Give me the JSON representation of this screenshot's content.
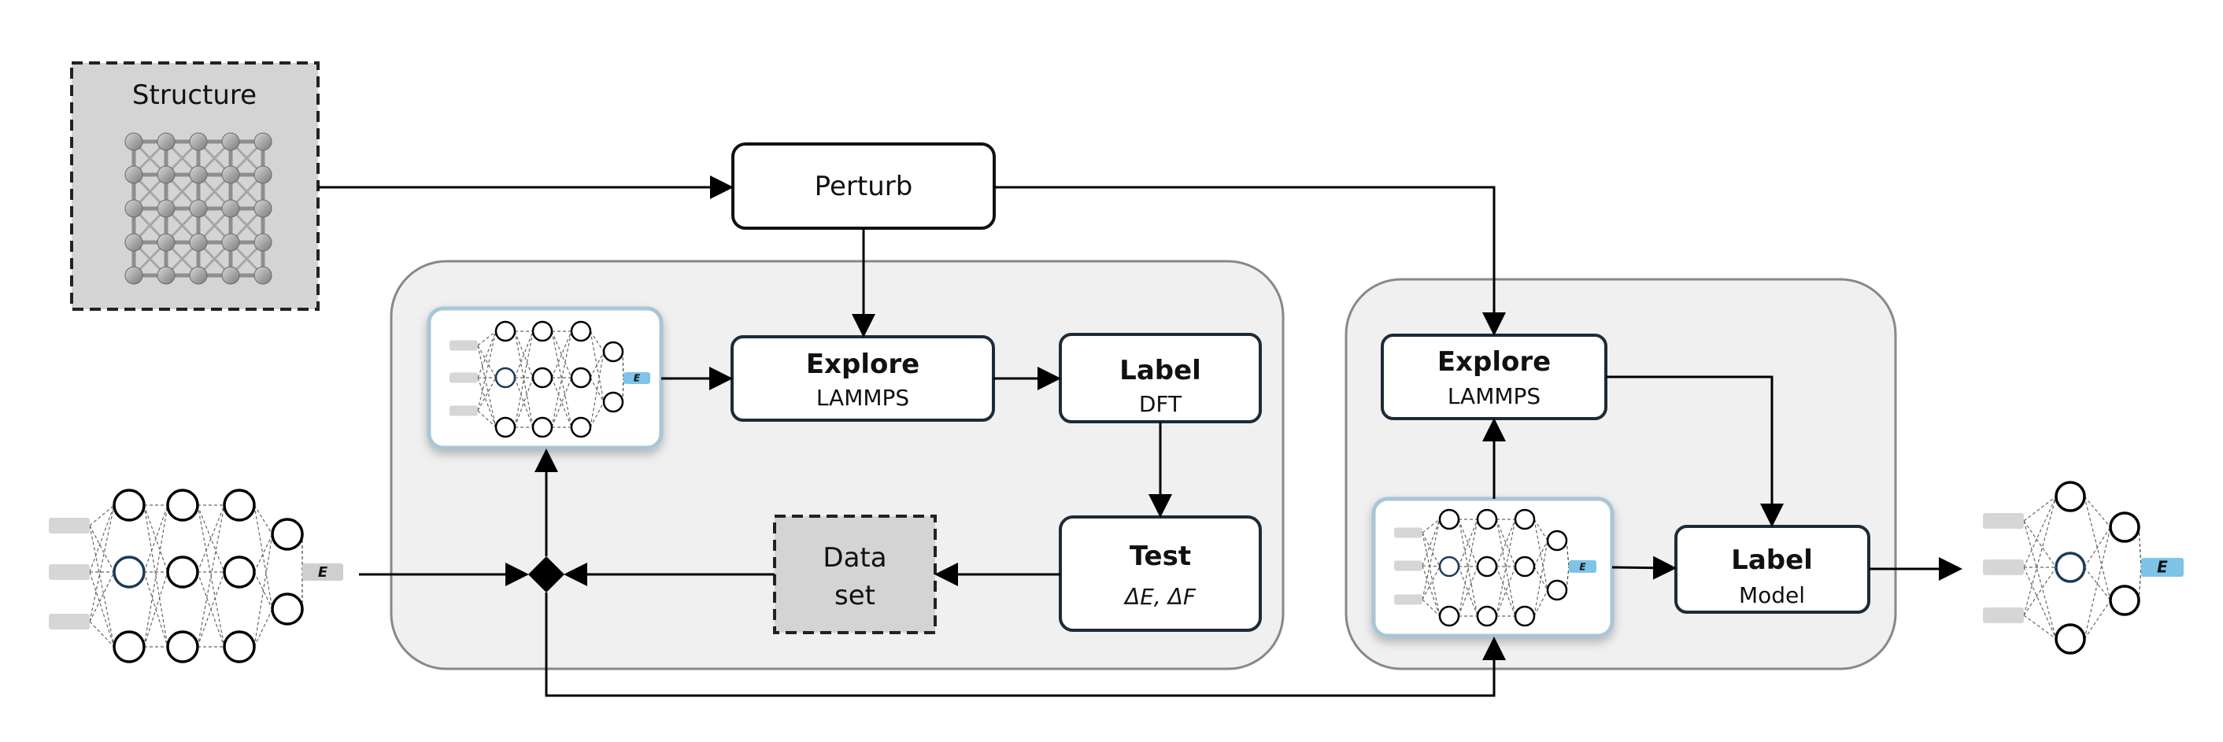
{
  "structure": {
    "label": "Structure"
  },
  "perturb": {
    "label": "Perturb"
  },
  "loop": {
    "explore": {
      "title": "Explore",
      "subtitle": "LAMMPS"
    },
    "label": {
      "title": "Label",
      "subtitle": "DFT"
    },
    "test": {
      "title": "Test",
      "subtitle": "ΔE, ΔF"
    },
    "dataset": {
      "line1": "Data",
      "line2": "set"
    }
  },
  "distill": {
    "explore": {
      "title": "Explore",
      "subtitle": "LAMMPS"
    },
    "label": {
      "title": "Label",
      "subtitle": "Model"
    }
  },
  "network": {
    "output_label": "E"
  },
  "colors": {
    "panel_fill": "#f0f0f0",
    "panel_stroke": "#888888",
    "box_stroke": "#1c2b3a",
    "dataset_fill": "#d4d4d4",
    "output_blue": "#7dc4e8",
    "output_gray": "#cfcfcf",
    "card_border": "#a9c6d6"
  }
}
